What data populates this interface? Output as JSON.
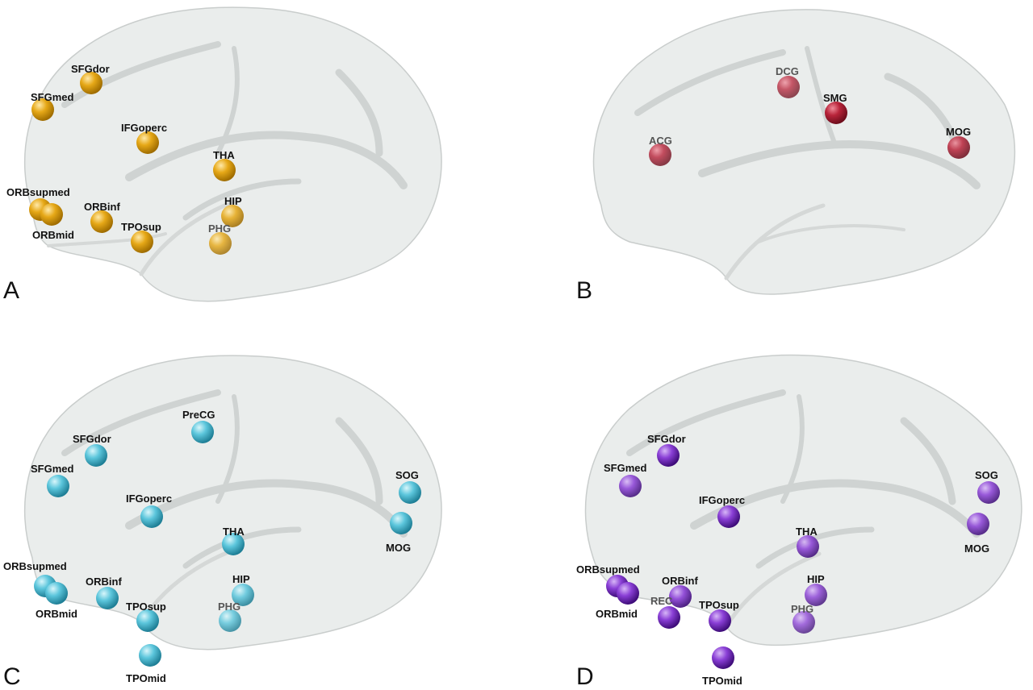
{
  "panels": [
    {
      "letter": "A",
      "color": "#e6a817",
      "nodes": [
        "SFGdor",
        "SFGmed",
        "IFGoperc",
        "THA",
        "ORBsupmed",
        "ORBinf",
        "HIP",
        "ORBmid",
        "TPOsup",
        "PHG"
      ]
    },
    {
      "letter": "B",
      "color": "#b8243a",
      "nodes": [
        "DCG",
        "SMG",
        "ACG",
        "MOG"
      ]
    },
    {
      "letter": "C",
      "color": "#5cc6dc",
      "nodes": [
        "PreCG",
        "SFGdor",
        "SFGmed",
        "SOG",
        "IFGoperc",
        "MOG",
        "THA",
        "ORBsupmed",
        "ORBinf",
        "HIP",
        "TPOsup",
        "ORBmid",
        "PHG",
        "TPOmid"
      ]
    },
    {
      "letter": "D",
      "color": "#8a3fd6",
      "nodes": [
        "SFGdor",
        "SFGmed",
        "SOG",
        "IFGoperc",
        "MOG",
        "THA",
        "ORBsupmed",
        "ORBinf",
        "HIP",
        "TPOsup",
        "REC",
        "ORBmid",
        "PHG",
        "TPOmid"
      ]
    }
  ]
}
